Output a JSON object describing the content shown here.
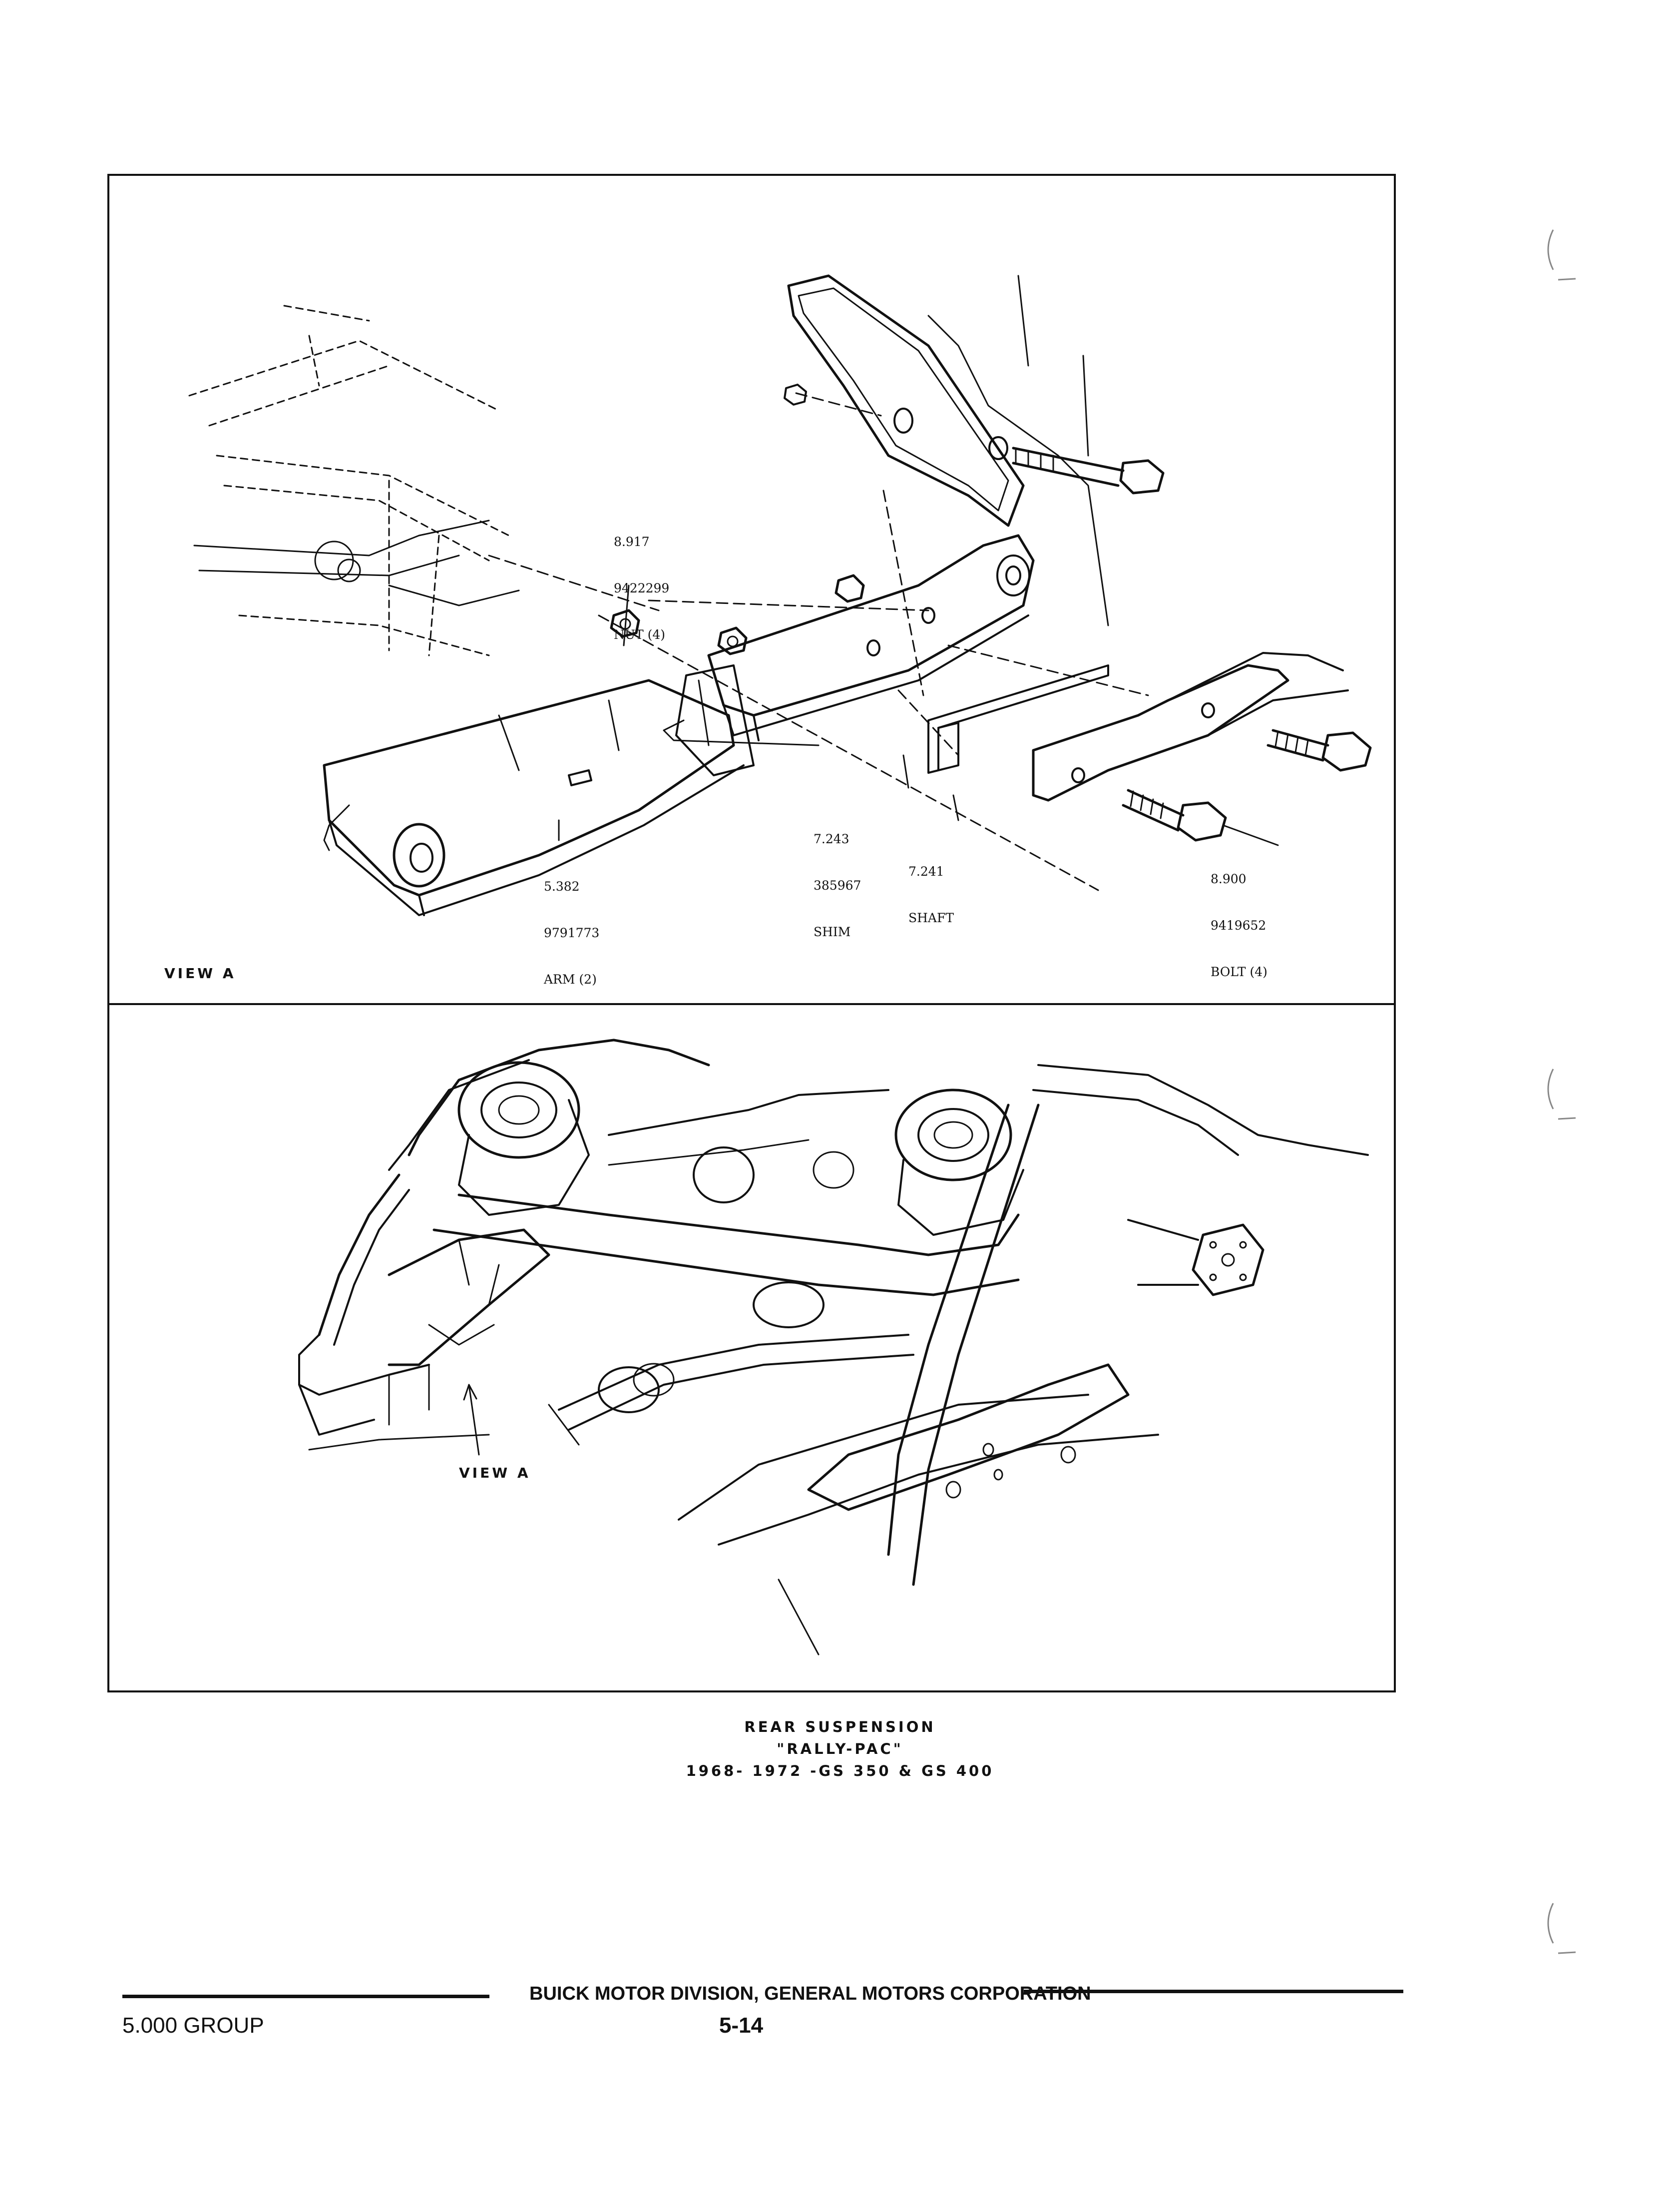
{
  "view_a": {
    "tag": "VIEW A",
    "callouts": {
      "nut": [
        "8.917",
        "9422299",
        "NUT (4)"
      ],
      "arm": [
        "5.382",
        "9791773",
        "ARM (2)"
      ],
      "shim": [
        "7.243",
        "385967",
        "SHIM"
      ],
      "shaft": [
        "7.241",
        "SHAFT"
      ],
      "bolt": [
        "8.900",
        "9419652",
        "BOLT (4)"
      ]
    }
  },
  "overview": {
    "pointer_label": "VIEW A"
  },
  "caption": {
    "line1": "REAR SUSPENSION",
    "line2": "\"RALLY-PAC\"",
    "line3": "1968- 1972 -GS 350 & GS 400"
  },
  "footer": {
    "publisher": "BUICK MOTOR DIVISION, GENERAL MOTORS CORPORATION",
    "group": "5.000 GROUP",
    "page": "5-14"
  }
}
